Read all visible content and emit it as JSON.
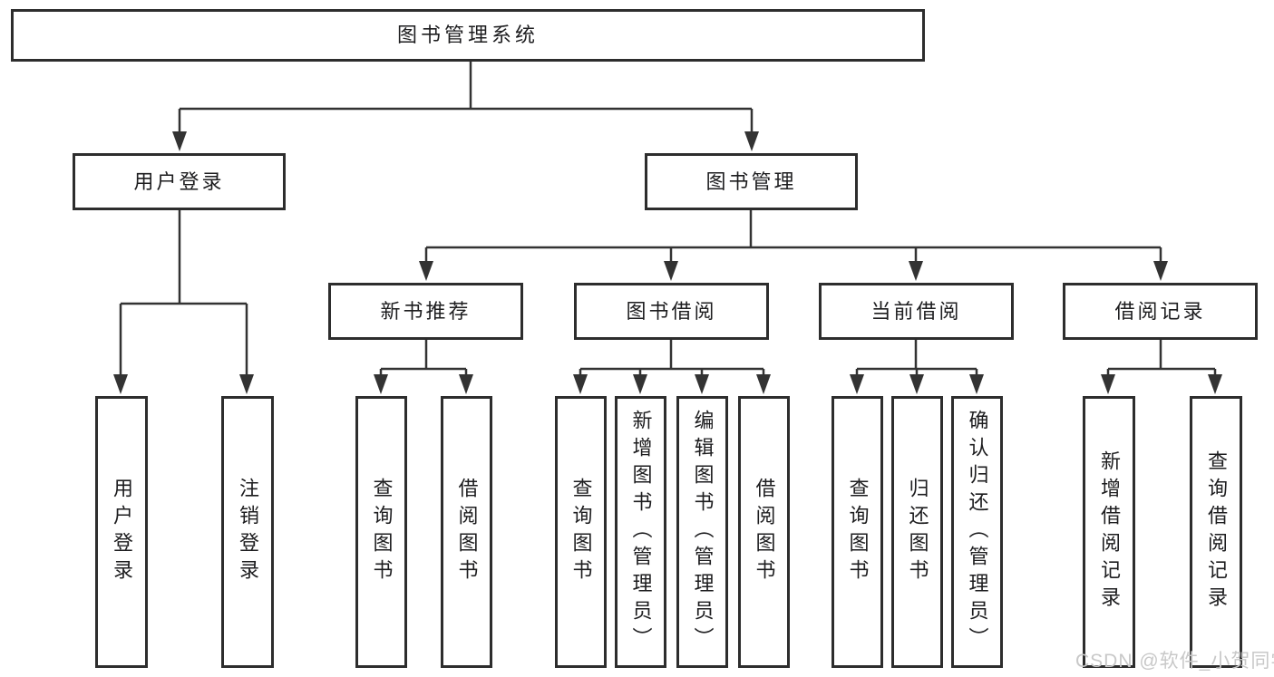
{
  "colors": {
    "line": "#333333",
    "border": "#2d2d2d",
    "text": "#1d1d1f",
    "watermark": "#c8c8c8",
    "background": "#ffffff"
  },
  "watermark": "CSDN @软件_小贺同学",
  "nodes": {
    "root": "图书管理系统",
    "login": {
      "label": "用户登录",
      "children": [
        "用户登录",
        "注销登录"
      ]
    },
    "mgmt": {
      "label": "图书管理"
    },
    "groups": [
      {
        "label": "新书推荐",
        "children": [
          "查询图书",
          "借阅图书"
        ]
      },
      {
        "label": "图书借阅",
        "children": [
          "查询图书",
          "新增图书（管理员）",
          "编辑图书（管理员）",
          "借阅图书"
        ]
      },
      {
        "label": "当前借阅",
        "children": [
          "查询图书",
          "归还图书",
          "确认归还（管理员）"
        ]
      },
      {
        "label": "借阅记录",
        "children": [
          "新增借阅记录",
          "查询借阅记录"
        ]
      }
    ]
  }
}
